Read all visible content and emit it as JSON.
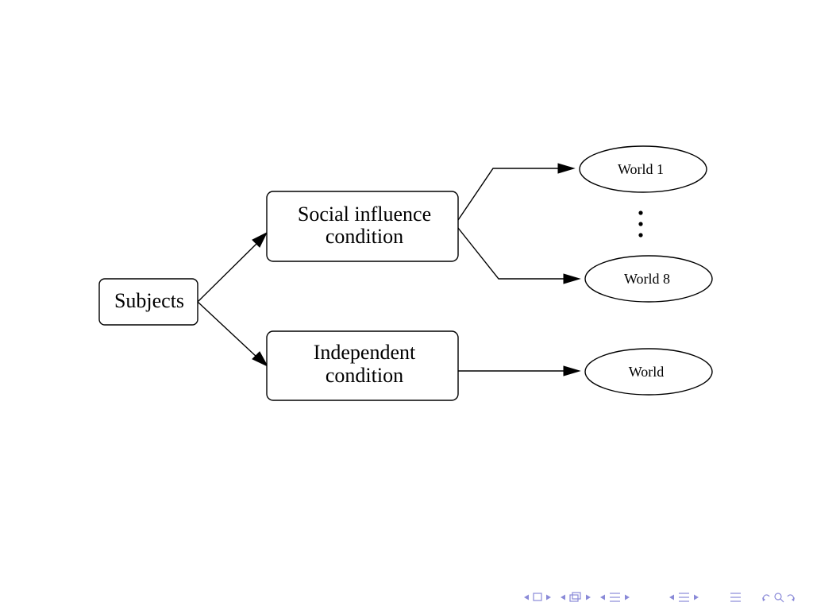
{
  "diagram": {
    "nodes": {
      "subjects": {
        "label": "Subjects"
      },
      "social": {
        "line1": "Social influence",
        "line2": "condition"
      },
      "independent": {
        "line1": "Independent",
        "line2": "condition"
      },
      "world1": {
        "label": "World 1"
      },
      "world8": {
        "label": "World 8"
      },
      "world": {
        "label": "World"
      }
    },
    "edges": [
      {
        "from": "Subjects",
        "to": "Social influence condition"
      },
      {
        "from": "Subjects",
        "to": "Independent condition"
      },
      {
        "from": "Social influence condition",
        "to": "World 1"
      },
      {
        "from": "Social influence condition",
        "to": "World 8"
      },
      {
        "from": "Independent condition",
        "to": "World"
      }
    ],
    "ellipsis": "vertical-dots"
  },
  "navigation": {
    "color": "#8a8ad8",
    "icons": [
      "nav-prev-frame-icon",
      "nav-frame-icon",
      "nav-next-frame-icon",
      "nav-prev-slide-icon",
      "nav-slide-icon",
      "nav-next-slide-icon",
      "nav-prev-section-icon",
      "nav-section-icon",
      "nav-next-section-icon",
      "nav-prev-subsection-icon",
      "nav-subsection-icon",
      "nav-next-subsection-icon",
      "nav-align-icon",
      "nav-search-icon"
    ]
  }
}
